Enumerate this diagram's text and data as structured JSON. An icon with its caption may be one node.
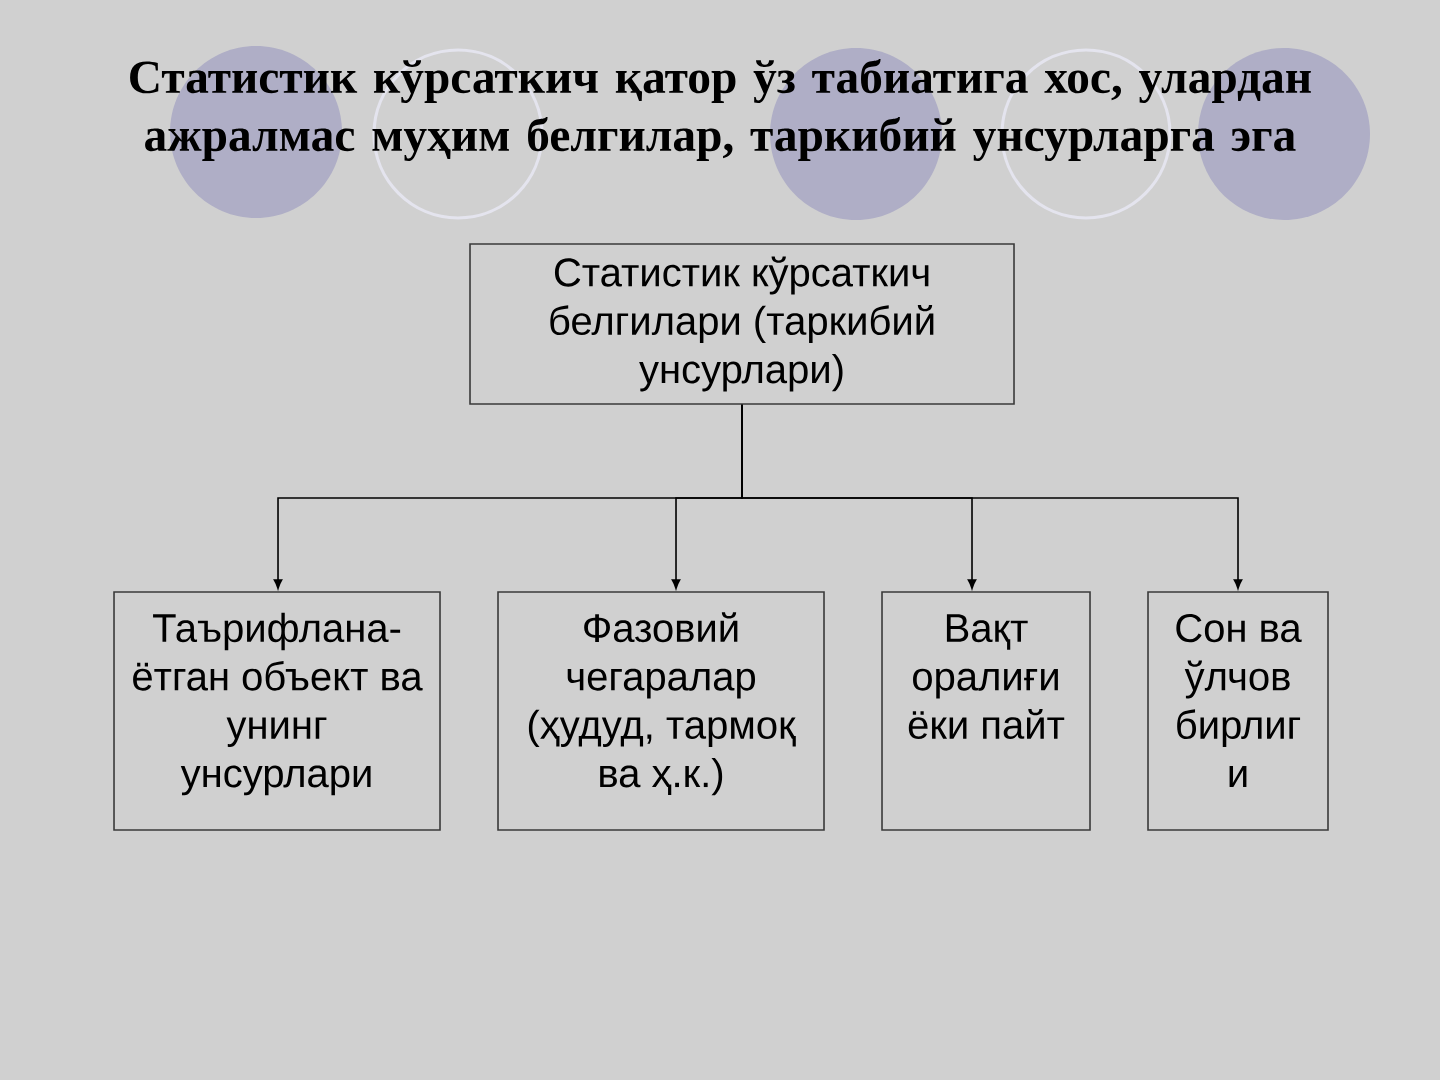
{
  "diagram": {
    "title": "Статистик кўрсаткич қатор ўз табиатига хос, улардан ажралмас муҳим белгилар, таркибий унсурларга эга",
    "nodes": [
      {
        "text": [
          "Статистик кўрсаткич белгилари (таркибий унсурлари)"
        ]
      },
      {
        "text": [
          "Таърифлана- ётган объект ва унинг унсурлари"
        ]
      },
      {
        "text": [
          "Фазовий чегаралар (ҳудуд, тармоқ ва ҳ.к.)"
        ]
      },
      {
        "text": [
          "Вақт оралиғи ёки пайт"
        ]
      },
      {
        "text": [
          "Сон ва ўлчов бирлиг и"
        ]
      }
    ],
    "edges": [
      {
        "from": 0,
        "to": 1,
        "arrow": "to"
      },
      {
        "from": 0,
        "to": 2,
        "arrow": "to"
      },
      {
        "from": 0,
        "to": 3,
        "arrow": "to"
      },
      {
        "from": 0,
        "to": 4,
        "arrow": "to"
      }
    ]
  }
}
